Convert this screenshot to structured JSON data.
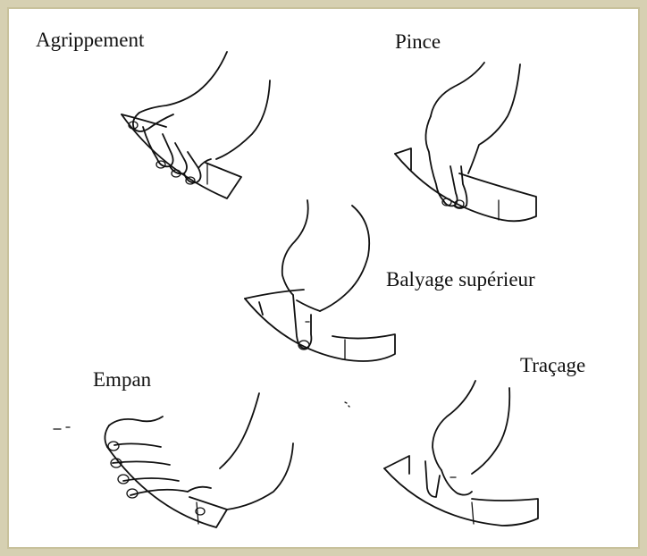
{
  "labels": {
    "agrippement": "Agrippement",
    "pince": "Pince",
    "balayage": "Balyage supérieur",
    "empan": "Empan",
    "tracage": "Traçage"
  }
}
